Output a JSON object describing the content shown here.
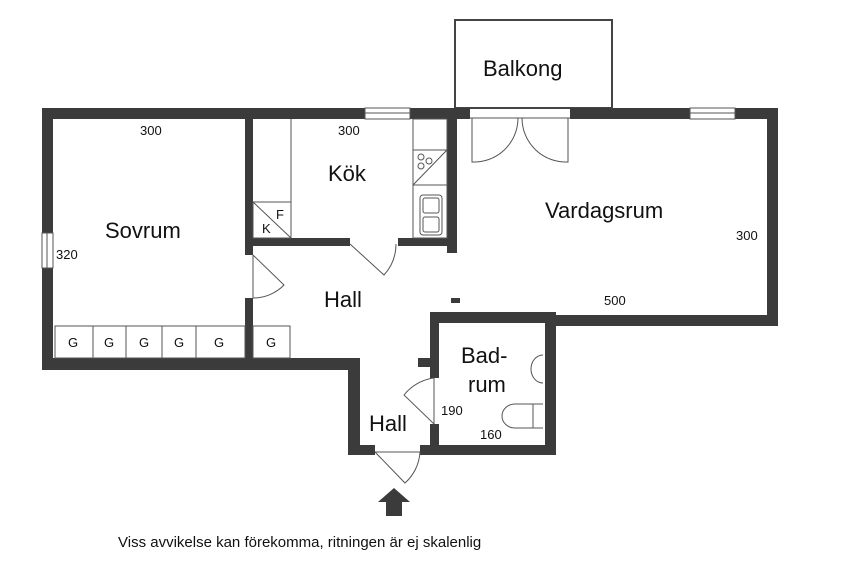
{
  "rooms": {
    "balcony": "Balkong",
    "kitchen": "Kök",
    "bedroom": "Sovrum",
    "living": "Vardagsrum",
    "hall_main": "Hall",
    "hall_entry": "Hall",
    "bath_line1": "Bad-",
    "bath_line2": "rum"
  },
  "dimensions": {
    "bedroom_width": "300",
    "bedroom_depth": "320",
    "kitchen_width": "300",
    "living_depth": "300",
    "living_width": "500",
    "bath_depth": "190",
    "bath_width": "160"
  },
  "fixtures": {
    "wardrobe": "G",
    "fridge": "K",
    "freezer": "F"
  },
  "note": "Viss avvikelse kan förekomma, ritningen är ej skalenlig"
}
